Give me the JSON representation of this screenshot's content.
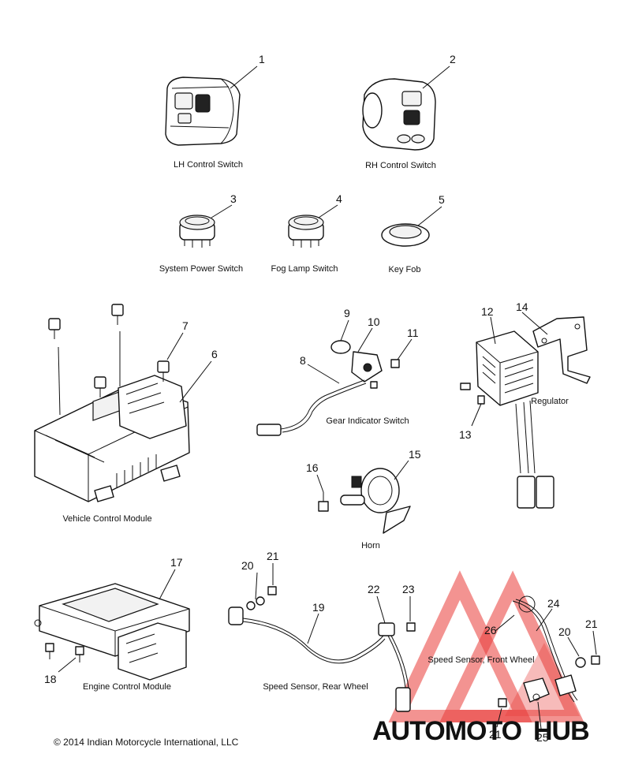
{
  "parts": [
    {
      "id": "p1",
      "num": "1",
      "caption": "LH Control Switch"
    },
    {
      "id": "p2",
      "num": "2",
      "caption": "RH Control Switch"
    },
    {
      "id": "p3",
      "num": "3",
      "caption": "System Power Switch"
    },
    {
      "id": "p4",
      "num": "4",
      "caption": "Fog Lamp Switch"
    },
    {
      "id": "p5",
      "num": "5",
      "caption": "Key Fob"
    },
    {
      "id": "p6",
      "num": "6",
      "caption": "Vehicle Control Module"
    },
    {
      "id": "p8",
      "num": "8",
      "caption": "Gear Indicator Switch"
    },
    {
      "id": "p12",
      "num": "12",
      "caption": "Regulator"
    },
    {
      "id": "p15",
      "num": "15",
      "caption": "Horn"
    },
    {
      "id": "p17",
      "num": "17",
      "caption": "Engine Control Module"
    },
    {
      "id": "p19",
      "num": "19",
      "caption": "Speed Sensor, Rear Wheel"
    },
    {
      "id": "p24",
      "num": "24",
      "caption": "Speed Sensor, Front Wheel"
    }
  ],
  "callouts": [
    "7",
    "9",
    "10",
    "11",
    "13",
    "14",
    "16",
    "18",
    "20",
    "21",
    "22",
    "23",
    "20",
    "21",
    "26",
    "21",
    "25"
  ],
  "copyright": "© 2014 Indian Motorcycle International, LLC",
  "watermark": {
    "text_red": "AUTOMOTO",
    "text_orange": "HUB",
    "red": "#e52521",
    "orange": "#f39c12"
  }
}
